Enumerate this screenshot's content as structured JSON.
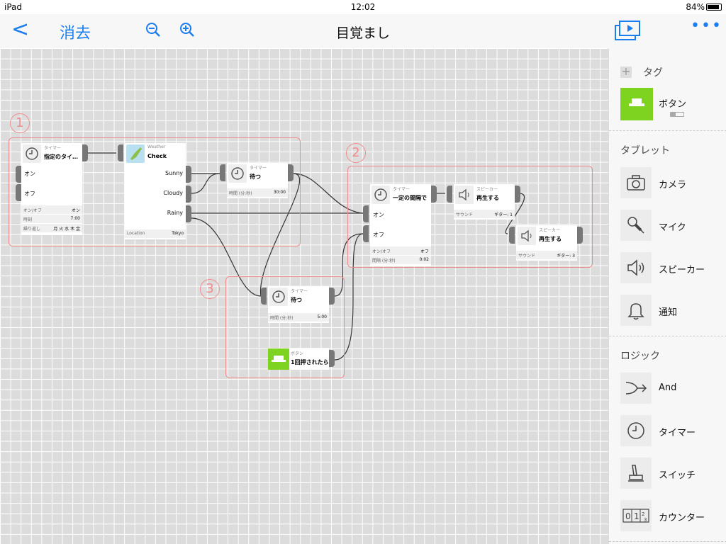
{
  "status": {
    "device": "iPad",
    "time": "12:02",
    "battery": "84%"
  },
  "nav": {
    "back": "<",
    "clear": "消去",
    "title": "目覚まし",
    "more": "•••"
  },
  "groups": [
    "1",
    "2",
    "3"
  ],
  "nodes": {
    "timer1": {
      "sub": "タイマー",
      "title": "指定のタイ…",
      "on": "オン",
      "off": "オフ",
      "props": [
        {
          "k": "オン/オフ",
          "v": "オン"
        },
        {
          "k": "時刻",
          "v": "7:00"
        },
        {
          "k": "繰り返し",
          "v": "月 火 水 木 金"
        }
      ]
    },
    "weather": {
      "sub": "Weather",
      "title": "Check",
      "sunny": "Sunny",
      "cloudy": "Cloudy",
      "rainy": "Rainy",
      "props": [
        {
          "k": "Location",
          "v": "Tokyo"
        }
      ]
    },
    "wait1": {
      "sub": "タイマー",
      "title": "待つ",
      "props": [
        {
          "k": "時間 (分:秒)",
          "v": "30:00"
        }
      ]
    },
    "interval": {
      "sub": "タイマー",
      "title": "一定の間隔で",
      "on": "オン",
      "off": "オフ",
      "props": [
        {
          "k": "オン/オフ",
          "v": "オフ"
        },
        {
          "k": "間隔 (分:秒)",
          "v": "0:02"
        }
      ]
    },
    "speaker1": {
      "sub": "スピーカー",
      "title": "再生する",
      "props": [
        {
          "k": "サウンド",
          "v": "ギター: 1"
        }
      ]
    },
    "speaker2": {
      "sub": "スピーカー",
      "title": "再生する",
      "props": [
        {
          "k": "サウンド",
          "v": "ギター: 3"
        }
      ]
    },
    "wait2": {
      "sub": "タイマー",
      "title": "待つ",
      "props": [
        {
          "k": "時間 (分:秒)",
          "v": "5:00"
        }
      ]
    },
    "button": {
      "sub": "ボタン",
      "title": "1回押されたら"
    }
  },
  "sidebar": {
    "tags_header": "タグ",
    "tag_items": [
      {
        "label": "ボタン",
        "icon": "button-icon"
      }
    ],
    "tablet_header": "タブレット",
    "tablet_items": [
      {
        "label": "カメラ",
        "icon": "camera-icon"
      },
      {
        "label": "マイク",
        "icon": "microphone-icon"
      },
      {
        "label": "スピーカー",
        "icon": "speaker-icon"
      },
      {
        "label": "通知",
        "icon": "bell-icon"
      }
    ],
    "logic_header": "ロジック",
    "logic_items": [
      {
        "label": "And",
        "icon": "and-icon"
      },
      {
        "label": "タイマー",
        "icon": "timer-icon"
      },
      {
        "label": "スイッチ",
        "icon": "switch-icon"
      },
      {
        "label": "カウンター",
        "icon": "counter-icon"
      }
    ]
  },
  "colors": {
    "accent": "#1a7df0",
    "group": "#f08c8c",
    "button_green": "#7ed321",
    "port": "#777777"
  }
}
